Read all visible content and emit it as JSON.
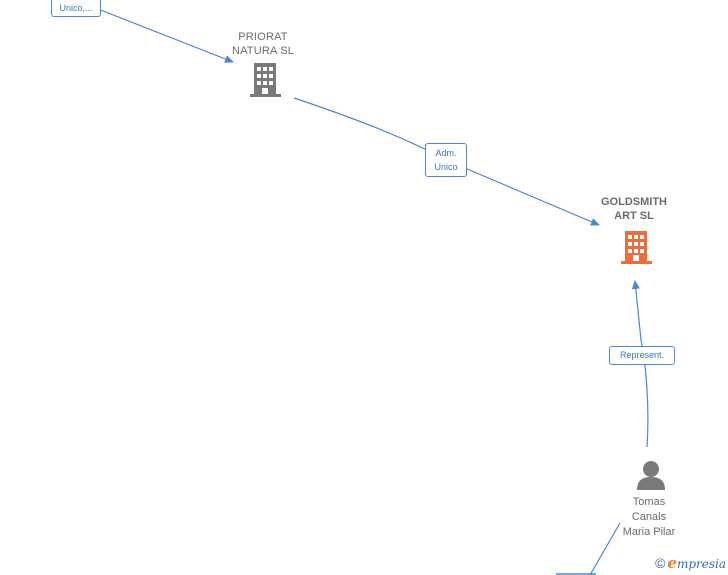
{
  "nodes": {
    "priorat": {
      "line1": "PRIORAT",
      "line2": "NATURA  SL"
    },
    "goldsmith": {
      "line1": "GOLDSMITH",
      "line2": "ART  SL"
    },
    "person": {
      "line1": "Tomas",
      "line2": "Canals",
      "line3": "Maria Pilar"
    }
  },
  "edges": {
    "top": {
      "line1": "Unico,..."
    },
    "adm": {
      "line1": "Adm.",
      "line2": "Unico"
    },
    "represent": {
      "line1": "Represent."
    }
  },
  "colors": {
    "edge": "#4a86d4",
    "company_icon": "#7a7a7a",
    "main_company_icon": "#f26b3a",
    "person_icon": "#7a7a7a"
  },
  "icons": {
    "company": "building-icon",
    "person": "person-icon"
  },
  "watermark": {
    "copyright": "©",
    "brand_initial": "e",
    "brand_rest": "mpresia"
  }
}
